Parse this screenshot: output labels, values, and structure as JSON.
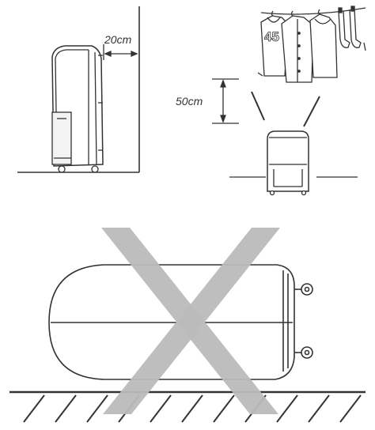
{
  "figure": {
    "panel_clearance_wall": {
      "clearance_label": "20cm"
    },
    "panel_clearance_laundry": {
      "clearance_label": "50cm",
      "jersey_number": "45"
    },
    "panel_prohibited": {
      "symbol": "cross-mark-icon"
    }
  },
  "colors": {
    "line": "#333333",
    "cross": "#bbbbbb",
    "background": "#ffffff"
  }
}
